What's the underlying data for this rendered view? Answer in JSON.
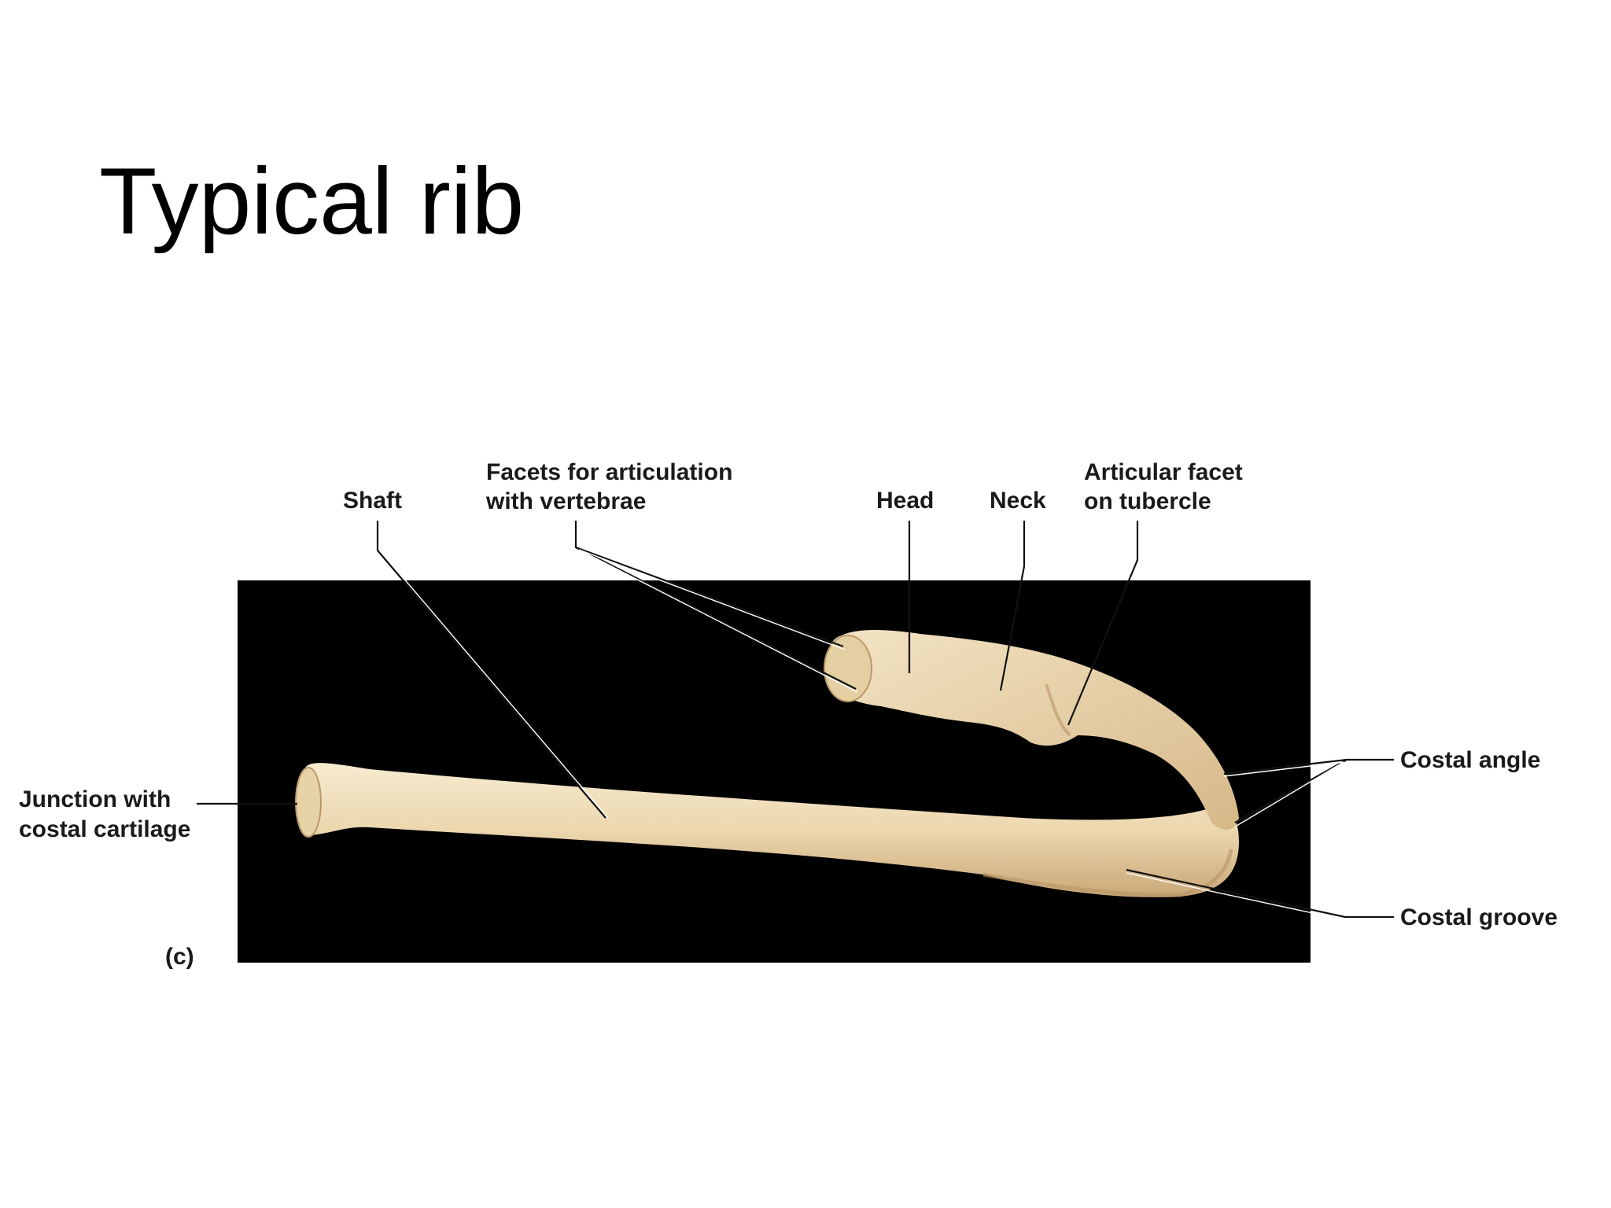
{
  "slide": {
    "title": "Typical rib"
  },
  "figure": {
    "panel_label": "(c)",
    "colors": {
      "photo_background": "#000000",
      "bone": "#efdcb4",
      "bone_shadow": "#c9a878",
      "label_text": "#1a1a1a"
    },
    "labels": {
      "shaft": "Shaft",
      "facets_line1": "Facets for articulation",
      "facets_line2": "with vertebrae",
      "head": "Head",
      "neck": "Neck",
      "articular_line1": "Articular facet",
      "articular_line2": "on tubercle",
      "junction_line1": "Junction with",
      "junction_line2": "costal cartilage",
      "costal_angle": "Costal angle",
      "costal_groove": "Costal groove"
    }
  }
}
